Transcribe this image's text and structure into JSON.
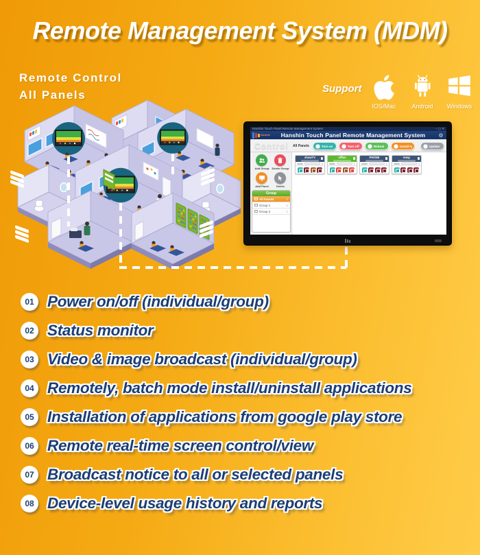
{
  "header": {
    "title": "Remote Management System (MDM)"
  },
  "tagline": {
    "line1": "Remote Control",
    "line2": "All Panels"
  },
  "support": {
    "label": "Support",
    "platforms": [
      {
        "icon": "apple-icon",
        "label": "IOS/Mac"
      },
      {
        "icon": "android-icon",
        "label": "Android"
      },
      {
        "icon": "windows-icon",
        "label": "Windows"
      }
    ]
  },
  "monitor": {
    "window_title": "Hanshin Touch Panel Remote Management System",
    "window_controls": "– ▢ ✕",
    "logo_text": "Hanshin",
    "app_title": "Hanshin Touch Panel Remote Management System",
    "gear_icon": "⚙",
    "watermark": "Control",
    "all_panels_label": "All Panels",
    "toolbar": [
      {
        "label": "Turn on",
        "color": "#35b3ab"
      },
      {
        "label": "Turn off",
        "color": "#f0626e"
      },
      {
        "label": "Reboot",
        "color": "#5cc05c"
      },
      {
        "label": "Install App",
        "color": "#f09027"
      },
      {
        "label": "Update",
        "color": "#9aa0a8"
      }
    ],
    "sidebar_buttons": [
      {
        "label": "Add Group",
        "color": "#3fae4c"
      },
      {
        "label": "Delete Group",
        "color": "#ea4d5e"
      },
      {
        "label": "Add Panel",
        "color": "#f09027"
      },
      {
        "label": "Delete",
        "color": "#8d9399"
      }
    ],
    "groups": {
      "header": "Group",
      "rows": [
        {
          "label": "All Panels"
        },
        {
          "label": "Group 1"
        },
        {
          "label": "Group 2"
        }
      ]
    },
    "cards": [
      {
        "title": "showTV",
        "header_color": "#3d5577",
        "buttons": [
          "#2fb3ab",
          "#7c2230",
          "#9c5a28",
          "#7c2230"
        ],
        "value": "1"
      },
      {
        "title": "office",
        "header_color": "#5cb832",
        "buttons": [
          "#2fb3ab",
          "#e04444",
          "#9c5a28",
          "#e04444"
        ],
        "value": "1"
      },
      {
        "title": "PHONE",
        "header_color": "#3d5577",
        "buttons": [
          "#2fb3ab",
          "#7c2230",
          "#7c2230",
          "#7c2230"
        ],
        "value": "1"
      },
      {
        "title": "temp",
        "header_color": "#3d5577",
        "buttons": [
          "#2fb3ab",
          "#7c2230",
          "#7c2230",
          "#7c2230"
        ],
        "value": "1"
      }
    ]
  },
  "features": [
    {
      "num": "01",
      "text": "Power on/off  (individual/group)"
    },
    {
      "num": "02",
      "text": "Status monitor"
    },
    {
      "num": "03",
      "text": "Video & image broadcast (individual/group)"
    },
    {
      "num": "04",
      "text": "Remotely, batch mode install/uninstall applications"
    },
    {
      "num": "05",
      "text": "Installation of applications from google play store"
    },
    {
      "num": "06",
      "text": "Remote real-time screen control/view"
    },
    {
      "num": "07",
      "text": "Broadcast notice to all or selected panels"
    },
    {
      "num": "08",
      "text": "Device-level usage history and reports"
    }
  ],
  "colors": {
    "background_left": "#ef9a06",
    "background_right": "#ffcc49",
    "accent_navy": "#1c3e74"
  }
}
